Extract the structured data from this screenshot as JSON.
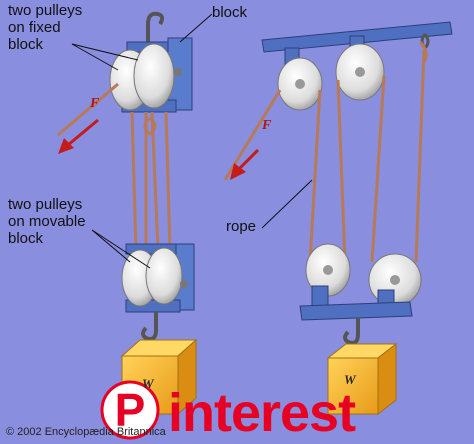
{
  "labels": {
    "fixed_pulleys_line1": "two pulleys",
    "fixed_pulleys_line2": "on fixed",
    "fixed_pulleys_line3": "block",
    "block": "block",
    "movable_pulleys_line1": "two pulleys",
    "movable_pulleys_line2": "on movable",
    "movable_pulleys_line3": "block",
    "rope": "rope",
    "force_left": "F",
    "force_right": "F",
    "weight_left": "W",
    "weight_right": "W"
  },
  "copyright": "© 2002 Encyclopædia Britannica",
  "watermark": {
    "brand": "interest",
    "mark": "P"
  },
  "colors": {
    "background": "#8a8edf",
    "block_blue": "#4f6fc0",
    "pulley": "#f2f2f2",
    "rope": "#b87a56",
    "weight": "#f3b12f",
    "force_arrow": "#c41b1b",
    "watermark_red": "#e60023"
  }
}
